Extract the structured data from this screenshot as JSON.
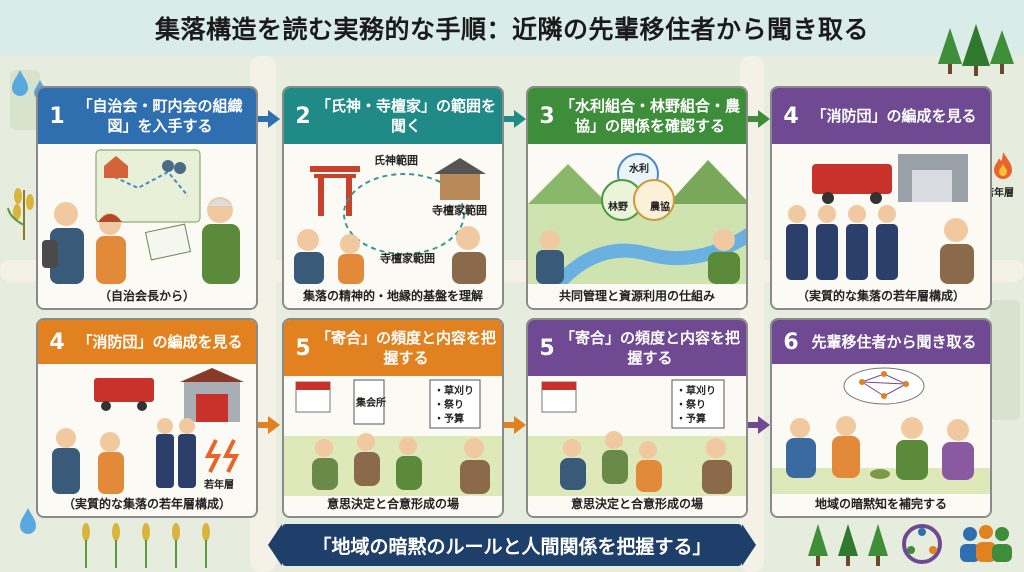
{
  "title": "集落構造を読む実務的な手順：近隣の先輩移住者から聞き取る",
  "colors": {
    "blue": "#2f6fb0",
    "teal": "#1f8a86",
    "green": "#3e8d3a",
    "purple": "#6f4a92",
    "orange": "#e2811f",
    "banner": "#1f3f6b"
  },
  "cards": [
    {
      "num": "1",
      "heading": "「自治会・町内会の組織図」を入手する",
      "caption": "（自治会長から）"
    },
    {
      "num": "2",
      "heading": "「氏神・寺檀家」の範囲を聞く",
      "caption": "集落の精神的・地縁的基盤を理解",
      "labels": {
        "shrine": "氏神範囲",
        "temple1": "寺檀家範囲",
        "temple2": "寺檀家範囲"
      }
    },
    {
      "num": "3",
      "heading": "「水利組合・林野組合・農協」の関係を確認する",
      "caption": "共同管理と資源利用の仕組み",
      "labels": {
        "water": "水利",
        "forest": "林野",
        "coop": "農協"
      }
    },
    {
      "num": "4",
      "heading": "「消防団」の編成を見る",
      "caption": "（実質的な集落の若年層構成）"
    },
    {
      "num": "4",
      "heading": "「消防団」の編成を見る",
      "caption": "（実質的な集落の若年層構成）",
      "labels": {
        "young": "若年層"
      }
    },
    {
      "num": "5",
      "heading": "「寄合」の頻度と内容を把握する",
      "caption": "意思決定と合意形成の場",
      "labels": {
        "hall": "集会所",
        "item1": "・草刈り",
        "item2": "・祭り",
        "item3": "・予算"
      }
    },
    {
      "num": "5",
      "heading": "「寄合」の頻度と内容を把握する",
      "caption": "意思決定と合意形成の場",
      "labels": {
        "item1": "・草刈り",
        "item2": "・祭り",
        "item3": "・予算"
      }
    },
    {
      "num": "6",
      "heading": "先輩移住者から聞き取る",
      "caption": "地域の暗黙知を補完する"
    }
  ],
  "side_label": "若年層",
  "banner": "「地域の暗黙のルールと人間関係を把握する」",
  "icons": [
    "water-drop-icon",
    "rice-plant-icon",
    "tree-icon",
    "fire-icon",
    "community-icon",
    "people-icon"
  ]
}
